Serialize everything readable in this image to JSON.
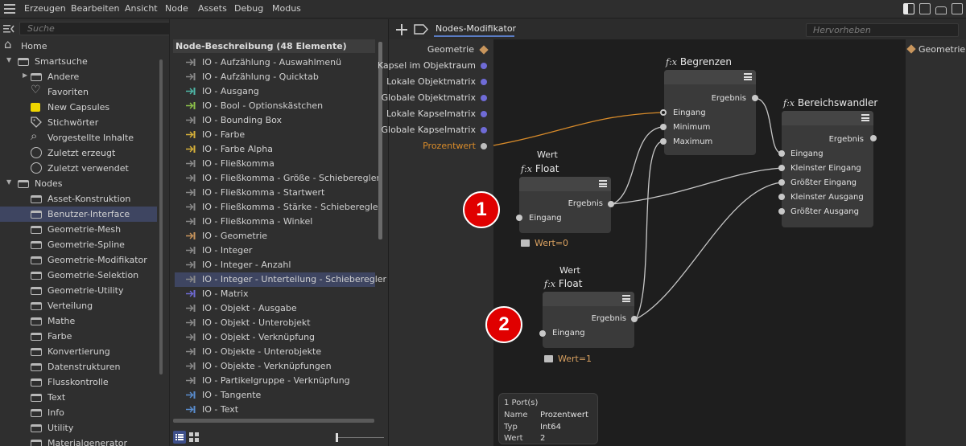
{
  "menubar": {
    "items": [
      "Erzeugen",
      "Bearbeiten",
      "Ansicht",
      "Node",
      "Assets",
      "Debug",
      "Modus"
    ]
  },
  "left_panel": {
    "search_placeholder": "Suche",
    "tree": [
      {
        "label": "Home",
        "icon": "home-icon",
        "level": 0
      },
      {
        "label": "Smartsuche",
        "icon": "capsule-icon",
        "level": 0,
        "expanded": true
      },
      {
        "label": "Andere",
        "icon": "capsule-icon",
        "level": 1,
        "collapsed": true
      },
      {
        "label": "Favoriten",
        "icon": "heart-icon",
        "level": 1
      },
      {
        "label": "New Capsules",
        "icon": "new-capsule-icon",
        "level": 1
      },
      {
        "label": "Stichwörter",
        "icon": "tag-icon",
        "level": 1
      },
      {
        "label": "Vorgestellte Inhalte",
        "icon": "search-icon",
        "level": 1
      },
      {
        "label": "Zuletzt erzeugt",
        "icon": "clock-icon",
        "level": 1
      },
      {
        "label": "Zuletzt verwendet",
        "icon": "clock-icon",
        "level": 1
      },
      {
        "label": "Nodes",
        "icon": "capsule-icon",
        "level": 0,
        "expanded": true
      },
      {
        "label": "Asset-Konstruktion",
        "icon": "capsule-icon",
        "level": 1
      },
      {
        "label": "Benutzer-Interface",
        "icon": "capsule-icon",
        "level": 1,
        "selected": true
      },
      {
        "label": "Geometrie-Mesh",
        "icon": "capsule-icon",
        "level": 1
      },
      {
        "label": "Geometrie-Spline",
        "icon": "capsule-icon",
        "level": 1
      },
      {
        "label": "Geometrie-Modifikator",
        "icon": "capsule-icon",
        "level": 1
      },
      {
        "label": "Geometrie-Selektion",
        "icon": "capsule-icon",
        "level": 1
      },
      {
        "label": "Geometrie-Utility",
        "icon": "capsule-icon",
        "level": 1
      },
      {
        "label": "Verteilung",
        "icon": "capsule-icon",
        "level": 1
      },
      {
        "label": "Mathe",
        "icon": "capsule-icon",
        "level": 1
      },
      {
        "label": "Farbe",
        "icon": "capsule-icon",
        "level": 1
      },
      {
        "label": "Konvertierung",
        "icon": "capsule-icon",
        "level": 1
      },
      {
        "label": "Datenstrukturen",
        "icon": "capsule-icon",
        "level": 1
      },
      {
        "label": "Flusskontrolle",
        "icon": "capsule-icon",
        "level": 1
      },
      {
        "label": "Text",
        "icon": "capsule-icon",
        "level": 1
      },
      {
        "label": "Info",
        "icon": "capsule-icon",
        "level": 1
      },
      {
        "label": "Utility",
        "icon": "capsule-icon",
        "level": 1
      },
      {
        "label": "Materialgenerator",
        "icon": "capsule-icon",
        "level": 1
      }
    ]
  },
  "middle_panel": {
    "header": "Node-Beschreibung (48 Elemente)",
    "items": [
      {
        "label": "IO - Aufzählung - Auswahlmenü",
        "color": "#8a8a8a"
      },
      {
        "label": "IO - Aufzählung - Quicktab",
        "color": "#8a8a8a"
      },
      {
        "label": "IO - Ausgang",
        "color": "#4fb8a8"
      },
      {
        "label": "IO - Bool - Optionskästchen",
        "color": "#8ec24a"
      },
      {
        "label": "IO - Bounding Box",
        "color": "#8a8a8a"
      },
      {
        "label": "IO - Farbe",
        "color": "#d8b23a"
      },
      {
        "label": "IO - Farbe Alpha",
        "color": "#d8b23a"
      },
      {
        "label": "IO - Fließkomma",
        "color": "#8a8a8a"
      },
      {
        "label": "IO - Fließkomma - Größe - Schieberegler",
        "color": "#8a8a8a"
      },
      {
        "label": "IO - Fließkomma - Startwert",
        "color": "#8a8a8a"
      },
      {
        "label": "IO - Fließkomma - Stärke - Schieberegler",
        "color": "#8a8a8a"
      },
      {
        "label": "IO - Fließkomma - Winkel",
        "color": "#8a8a8a"
      },
      {
        "label": "IO - Geometrie",
        "color": "#c9965d"
      },
      {
        "label": "IO - Integer",
        "color": "#8a8a8a"
      },
      {
        "label": "IO - Integer - Anzahl",
        "color": "#8a8a8a"
      },
      {
        "label": "IO - Integer - Unterteilung - Schieberegler",
        "color": "#8a8a8a",
        "selected": true
      },
      {
        "label": "IO - Matrix",
        "color": "#6f6bd6"
      },
      {
        "label": "IO - Objekt - Ausgabe",
        "color": "#8a8a8a"
      },
      {
        "label": "IO - Objekt - Unterobjekt",
        "color": "#8a8a8a"
      },
      {
        "label": "IO - Objekt - Verknüpfung",
        "color": "#8a8a8a"
      },
      {
        "label": "IO - Objekte - Unterobjekte",
        "color": "#8a8a8a"
      },
      {
        "label": "IO - Objekte - Verknüpfungen",
        "color": "#8a8a8a"
      },
      {
        "label": "IO - Partikelgruppe - Verknüpfung",
        "color": "#8a8a8a"
      },
      {
        "label": "IO - Tangente",
        "color": "#5a8ed0"
      },
      {
        "label": "IO - Text",
        "color": "#5a8ed0"
      }
    ]
  },
  "node_editor": {
    "tab": "Nodes-Modifikator",
    "highlight_placeholder": "Hervorheben",
    "inputs": [
      {
        "label": "Geometrie",
        "kind": "diamond"
      },
      {
        "label": "Kapsel im Objektraum",
        "kind": "dot"
      },
      {
        "label": "Lokale Objektmatrix",
        "kind": "dot"
      },
      {
        "label": "Globale Objektmatrix",
        "kind": "dot"
      },
      {
        "label": "Lokale Kapselmatrix",
        "kind": "dot"
      },
      {
        "label": "Globale Kapselmatrix",
        "kind": "dot"
      },
      {
        "label": "Prozentwert",
        "kind": "dot",
        "active": true
      }
    ],
    "outputs": [
      {
        "label": "Geometrie"
      }
    ],
    "fx_label": "f:x",
    "nodes": {
      "float1": {
        "top_label": "Wert",
        "title": "Float",
        "out": "Ergebnis",
        "in": "Eingang",
        "note": "Wert=0"
      },
      "float2": {
        "top_label": "Wert",
        "title": "Float",
        "out": "Ergebnis",
        "in": "Eingang",
        "note": "Wert=1"
      },
      "clamp": {
        "title": "Begrenzen",
        "out": "Ergebnis",
        "ins": [
          "Eingang",
          "Minimum",
          "Maximum"
        ]
      },
      "range": {
        "title": "Bereichswandler",
        "out": "Ergebnis",
        "ins": [
          "Eingang",
          "Kleinster Eingang",
          "Größter Eingang",
          "Kleinster Ausgang",
          "Größter Ausgang"
        ]
      }
    },
    "badges": [
      "1",
      "2"
    ],
    "info": {
      "title": "1 Port(s)",
      "rows": [
        {
          "k": "Name",
          "v": "Prozentwert"
        },
        {
          "k": "Typ",
          "v": "Int64"
        },
        {
          "k": "Wert",
          "v": "2"
        }
      ]
    },
    "colors": {
      "wire_active": "#d88b2a",
      "wire": "#c8c8c8",
      "port_matrix": "#6f6bd6",
      "geometry": "#c9965d",
      "selection": "#3e4561"
    }
  }
}
